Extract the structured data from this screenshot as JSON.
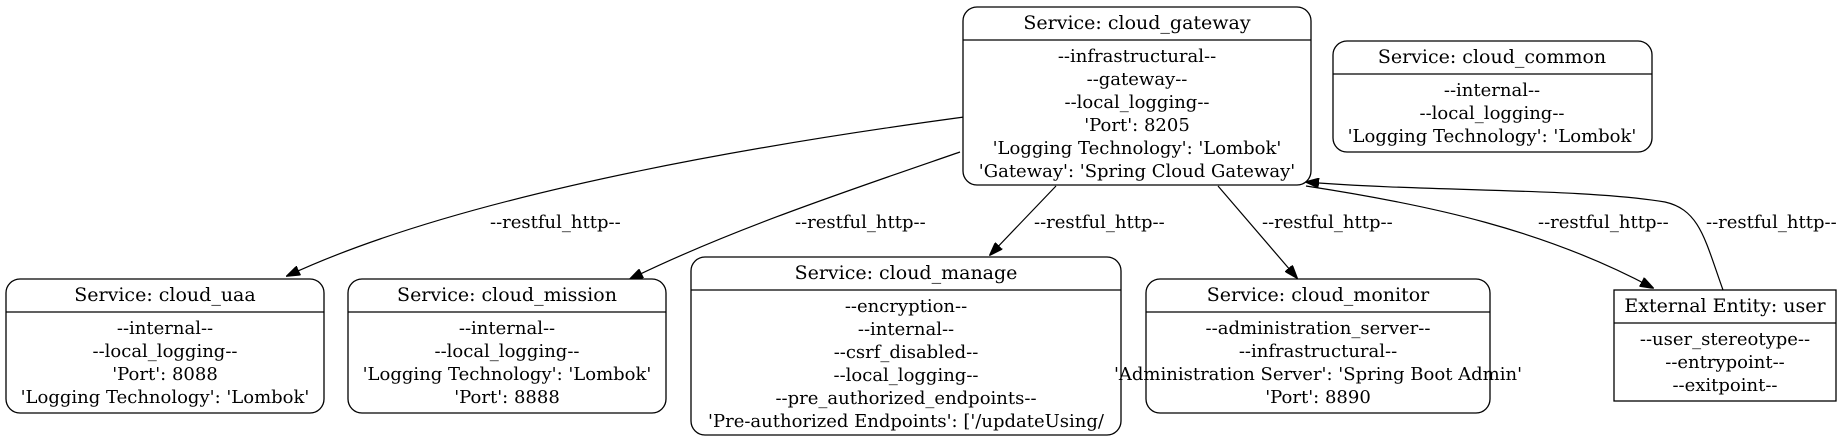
{
  "nodes": [
    {
      "id": "cloud_gateway",
      "title": "Service: cloud_gateway",
      "lines": [
        "--infrastructural--",
        "--gateway--",
        "--local_logging--",
        "'Port': 8205",
        "'Logging Technology': 'Lombok'",
        "'Gateway': 'Spring Cloud Gateway'"
      ]
    },
    {
      "id": "cloud_common",
      "title": "Service: cloud_common",
      "lines": [
        "--internal--",
        "--local_logging--",
        "'Logging Technology': 'Lombok'"
      ]
    },
    {
      "id": "cloud_uaa",
      "title": "Service: cloud_uaa",
      "lines": [
        "--internal--",
        "--local_logging--",
        "'Port': 8088",
        "'Logging Technology': 'Lombok'"
      ]
    },
    {
      "id": "cloud_mission",
      "title": "Service: cloud_mission",
      "lines": [
        "--internal--",
        "--local_logging--",
        "'Logging Technology': 'Lombok'",
        "'Port': 8888"
      ]
    },
    {
      "id": "cloud_manage",
      "title": "Service: cloud_manage",
      "lines": [
        "--encryption--",
        "--internal--",
        "--csrf_disabled--",
        "--local_logging--",
        "--pre_authorized_endpoints--",
        "'Pre-authorized Endpoints': ['/updateUsing/"
      ]
    },
    {
      "id": "cloud_monitor",
      "title": "Service: cloud_monitor",
      "lines": [
        "--administration_server--",
        "--infrastructural--",
        "'Administration Server': 'Spring Boot Admin'",
        "'Port': 8890"
      ]
    },
    {
      "id": "user",
      "title": "External Entity: user",
      "lines": [
        "--user_stereotype--",
        "--entrypoint--",
        "--exitpoint--"
      ]
    }
  ],
  "edges": [
    {
      "from": "cloud_gateway",
      "to": "cloud_uaa",
      "label": "--restful_http--"
    },
    {
      "from": "cloud_gateway",
      "to": "cloud_mission",
      "label": "--restful_http--"
    },
    {
      "from": "cloud_gateway",
      "to": "cloud_manage",
      "label": "--restful_http--"
    },
    {
      "from": "cloud_gateway",
      "to": "cloud_monitor",
      "label": "--restful_http--"
    },
    {
      "from": "user",
      "to": "cloud_gateway",
      "label": "--restful_http--"
    },
    {
      "from": "cloud_gateway",
      "to": "user",
      "label": "--restful_http--"
    }
  ]
}
